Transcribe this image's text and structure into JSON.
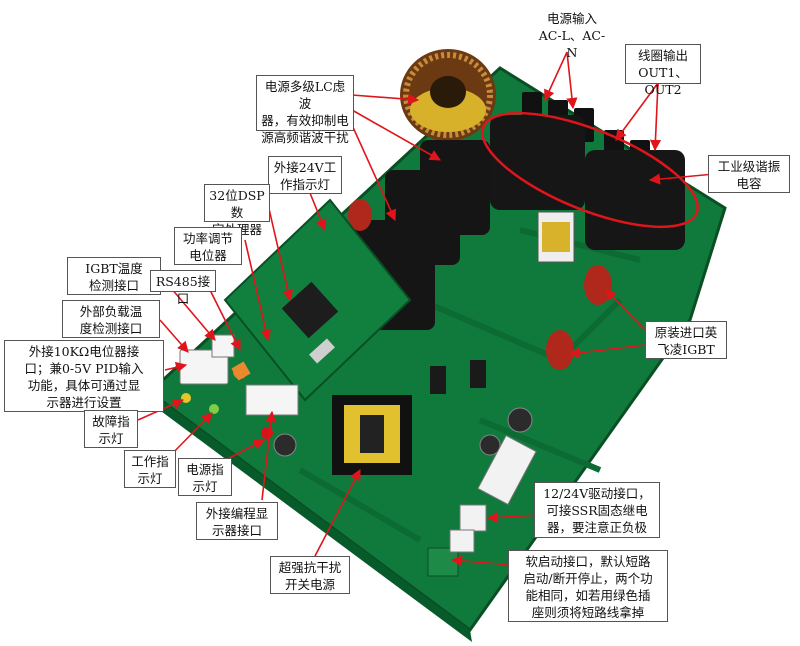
{
  "colors": {
    "pcb": "#0f7a3c",
    "pcb_dark": "#075a2a",
    "pcb_edge": "#0a4f24",
    "silk": "#dfeee0",
    "arrow": "#e0151b",
    "label_border": "#555555",
    "capacitor": "#151515",
    "film_cap": "#b0281c",
    "coil_copper": "#b5651d"
  },
  "icons": [
    "annotation-arrow",
    "pcb-board",
    "toroid-inductor",
    "film-capacitor",
    "transformer",
    "terminal-block",
    "led-indicator"
  ],
  "labels": {
    "power_input": "电源输入\nAC-L、AC-N",
    "coil_output": "线圈输出\nOUT1、OUT2",
    "lc_filter": "电源多级LC虑波\n器，有效抑制电\n源高频谐波干扰",
    "ext24v": "外接24V工\n作指示灯",
    "dsp": "32位DSP数\n字处理器",
    "pot": "功率调节\n电位器",
    "igbt_temp": "IGBT温度\n检测接口",
    "rs485": "RS485接口",
    "load_temp": "外部负载温\n度检测接口",
    "ext10k": "外接10KΩ电位器接\n口；兼0-5V PID输入\n功能，具体可通过显\n示器进行设置",
    "fault": "故障指\n示灯",
    "work": "工作指\n示灯",
    "power_led": "电源指\n示灯",
    "prog": "外接编程显\n示器接口",
    "smps": "超强抗干扰\n开关电源",
    "resonant": "工业级谐振\n电容",
    "igbt": "原装进口英\n飞凌IGBT",
    "ssr": "12/24V驱动接口，\n可接SSR固态继电\n器，要注意正负极",
    "softstart": "软启动接口，默认短路\n启动/断开停止，两个功\n能相同，如若用绿色插\n座则须将短路线拿掉"
  }
}
